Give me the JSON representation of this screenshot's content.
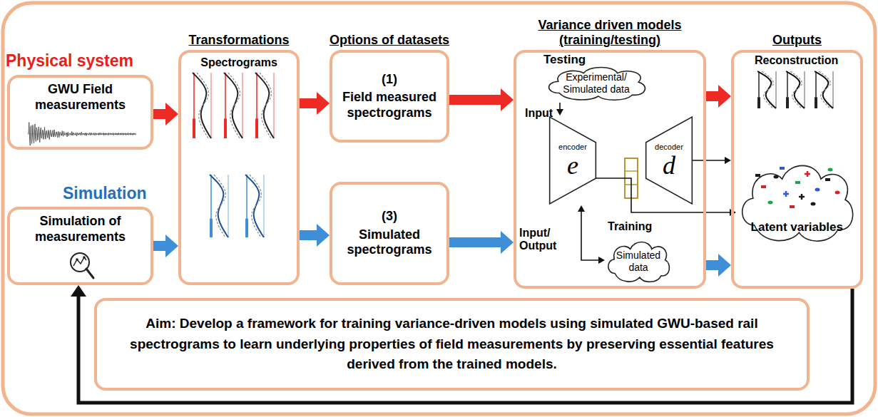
{
  "diagram": {
    "nodes": [
      {
        "text": [
          "GWU Field measurements"
        ]
      },
      {
        "text": [
          "Simulation of measurements"
        ]
      },
      {
        "text": [
          "Transformations",
          "Spectrograms"
        ]
      },
      {
        "text": [
          "Options of datasets",
          "(1)",
          "Field measured spectrograms"
        ]
      },
      {
        "text": [
          "(3)",
          "Simulated spectrograms"
        ]
      },
      {
        "text": [
          "Variance driven models (training/testing)"
        ]
      },
      {
        "text": [
          "Experimental/ Simulated data"
        ],
        "in": 5
      },
      {
        "text": [
          "encoder",
          "e"
        ],
        "in": 5
      },
      {
        "text": [
          "decoder",
          "d"
        ],
        "in": 5
      },
      {
        "text": [
          "Simulated data"
        ],
        "in": 5
      },
      {
        "text": [
          "Outputs"
        ]
      },
      {
        "text": [
          "Latent variables"
        ],
        "in": 10
      },
      {
        "text": [
          "Aim: Develop a framework for training variance-driven models using simulated GWU-based rail spectrograms to learn underlying properties of field measurements by preserving essential features derived from the trained models."
        ]
      }
    ],
    "edges": [
      {
        "from": 0,
        "to": 2,
        "arrow": "to"
      },
      {
        "from": 1,
        "to": 2,
        "arrow": "to"
      },
      {
        "from": 2,
        "to": 3,
        "arrow": "to"
      },
      {
        "from": 2,
        "to": 4,
        "arrow": "to"
      },
      {
        "from": 3,
        "to": 5,
        "arrow": "to"
      },
      {
        "from": 4,
        "to": 5,
        "arrow": "to"
      },
      {
        "from": 5,
        "to": 10,
        "arrow": "to"
      },
      {
        "from": 5,
        "to": 10,
        "arrow": "to"
      },
      {
        "from": 6,
        "to": 7,
        "arrow": "to"
      },
      {
        "from": 7,
        "to": 9,
        "arrow": "both"
      },
      {
        "from": 8,
        "to": 10,
        "arrow": "to"
      },
      {
        "from": 7,
        "to": 11,
        "arrow": "to"
      },
      {
        "from": 10,
        "to": 1,
        "arrow": "to"
      }
    ],
    "labels": [
      "Physical system",
      "Simulation",
      "Testing",
      "Input",
      "Input/ Output",
      "Training",
      "Reconstruction"
    ]
  }
}
